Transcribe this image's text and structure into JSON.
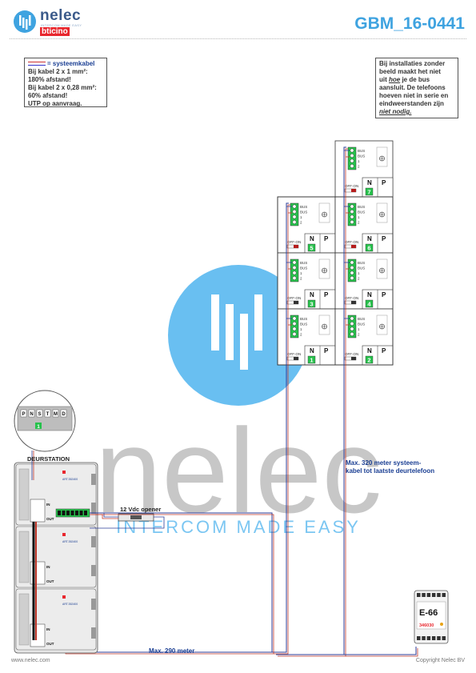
{
  "header": {
    "brand": "nelec",
    "tagline": "INTERCOM MADE EASY",
    "partner": "bticino",
    "doc_id": "GBM_16-0441"
  },
  "note_left": {
    "title": "= systeemkabel",
    "lines": [
      "Bij kabel 2 x 1 mm²:",
      "180% afstand!",
      "Bij kabel 2 x 0,28 mm²:",
      "60% afstand!",
      "UTP op aanvraag."
    ]
  },
  "note_right": {
    "line1": "Bij installaties zonder",
    "line2": "beeld maakt het niet",
    "line3_a": "uit ",
    "line3_b": "hoe",
    "line3_c": " je de bus",
    "line4": "aansluit. De telefoons",
    "line5": "hoeven niet in serie en",
    "line6": "eindweerstanden zijn",
    "line7": "niet nodig."
  },
  "terminal_detail": {
    "pins": [
      "P",
      "N",
      "S",
      "T",
      "M",
      "D"
    ],
    "badge": "1"
  },
  "door_station": {
    "label": "DEURSTATION",
    "in_label": "IN",
    "out_label": "OUT",
    "module_code": "ART.352400"
  },
  "opener_label": "12 Vdc opener",
  "max_320_line1": "Max. 320 meter systeem-",
  "max_320_line2": "kabel tot laatste deurtelefoon",
  "max_290": "Max. 290 meter",
  "phone_common": {
    "off_on": "OFF-ON",
    "n": "N",
    "p": "P",
    "terminals": [
      "BUS",
      "BUS",
      "1",
      "2"
    ]
  },
  "phones": [
    {
      "number": "7"
    },
    {
      "number": "5"
    },
    {
      "number": "6"
    },
    {
      "number": "3"
    },
    {
      "number": "4"
    },
    {
      "number": "1"
    },
    {
      "number": "2"
    }
  ],
  "psu": {
    "model": "E-66",
    "code": "346030"
  },
  "watermark": {
    "word": "nelec",
    "tagline": "INTERCOM MADE EASY"
  },
  "footer": {
    "left": "www.nelec.com",
    "right": "Copyright Nelec BV"
  },
  "colors": {
    "accent": "#3fa3e0",
    "wire_red": "#c0392b",
    "wire_blue": "#2c3e9a",
    "text_blue": "#1b3f93",
    "terminal_green": "#27c24c"
  }
}
